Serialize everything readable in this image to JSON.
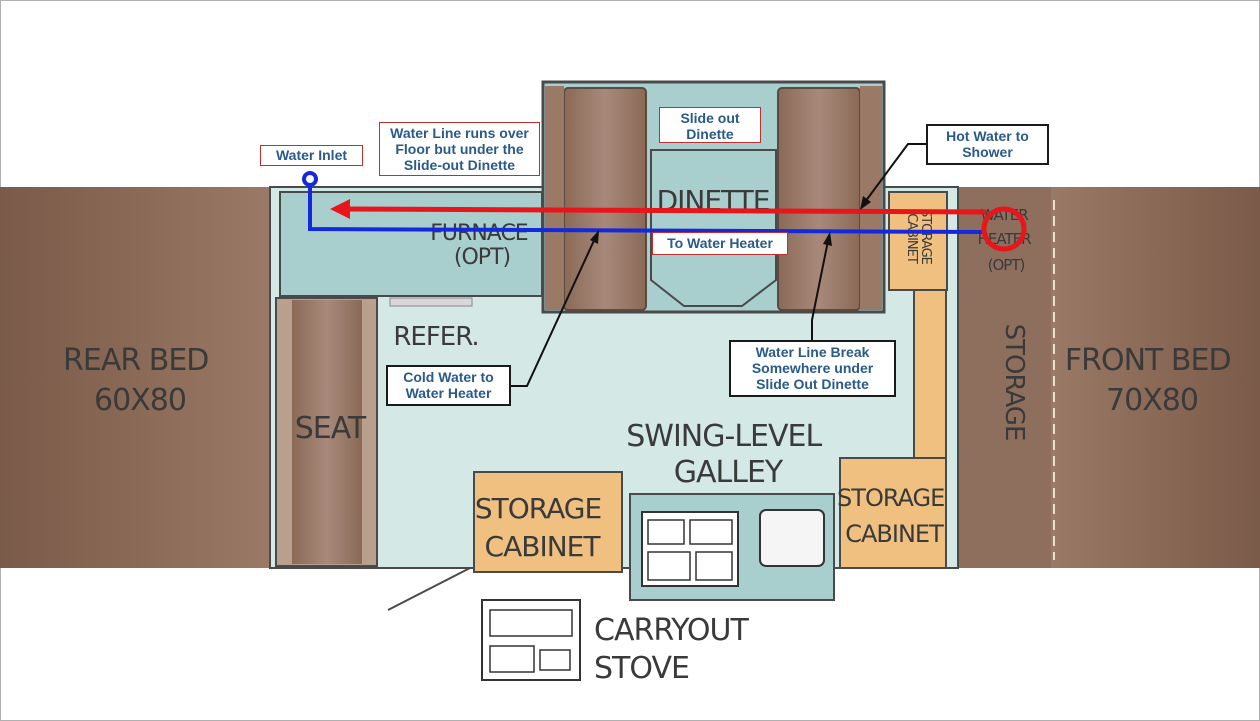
{
  "floorplan": {
    "rear_bed": [
      "REAR BED",
      "60X80"
    ],
    "front_bed": [
      "FRONT BED",
      "70X80"
    ],
    "furnace": [
      "FURNACE",
      "(OPT)"
    ],
    "dinette": "DINETTE",
    "refer": "REFER.",
    "seat": "SEAT",
    "galley": [
      "SWING-LEVEL",
      "GALLEY"
    ],
    "storage_cabinet_left": [
      "STORAGE",
      "CABINET"
    ],
    "storage_cabinet_right": [
      "STORAGE",
      "CABINET"
    ],
    "storage_cabinet_small": [
      "STORAGE",
      "CABINET"
    ],
    "water_heater": [
      "WATER",
      "HEATER",
      "(OPT)"
    ],
    "storage": "STORAGE",
    "carryout_stove": [
      "CARRYOUT",
      "STOVE"
    ]
  },
  "annotations": {
    "water_inlet": "Water Inlet",
    "water_line_runs": [
      "Water Line runs over",
      "Floor but under the",
      "Slide-out Dinette"
    ],
    "slide_out_dinette": [
      "Slide out",
      "Dinette"
    ],
    "hot_water": [
      "Hot Water to",
      "Shower"
    ],
    "to_water_heater": "To Water Heater",
    "cold_water": [
      "Cold Water to",
      "Water Heater"
    ],
    "line_break": [
      "Water Line Break",
      "Somewhere under",
      "Slide Out Dinette"
    ]
  },
  "colors": {
    "bed": "#8a6a58",
    "bed_dark": "#7a5a48",
    "floor": "#d4e8e6",
    "teal": "#a9cece",
    "cabinet": "#f0c080",
    "seat": "#9a7a66",
    "hot_line": "#e8161a",
    "cold_line": "#1428e0",
    "note_text": "#2a5a8a"
  }
}
